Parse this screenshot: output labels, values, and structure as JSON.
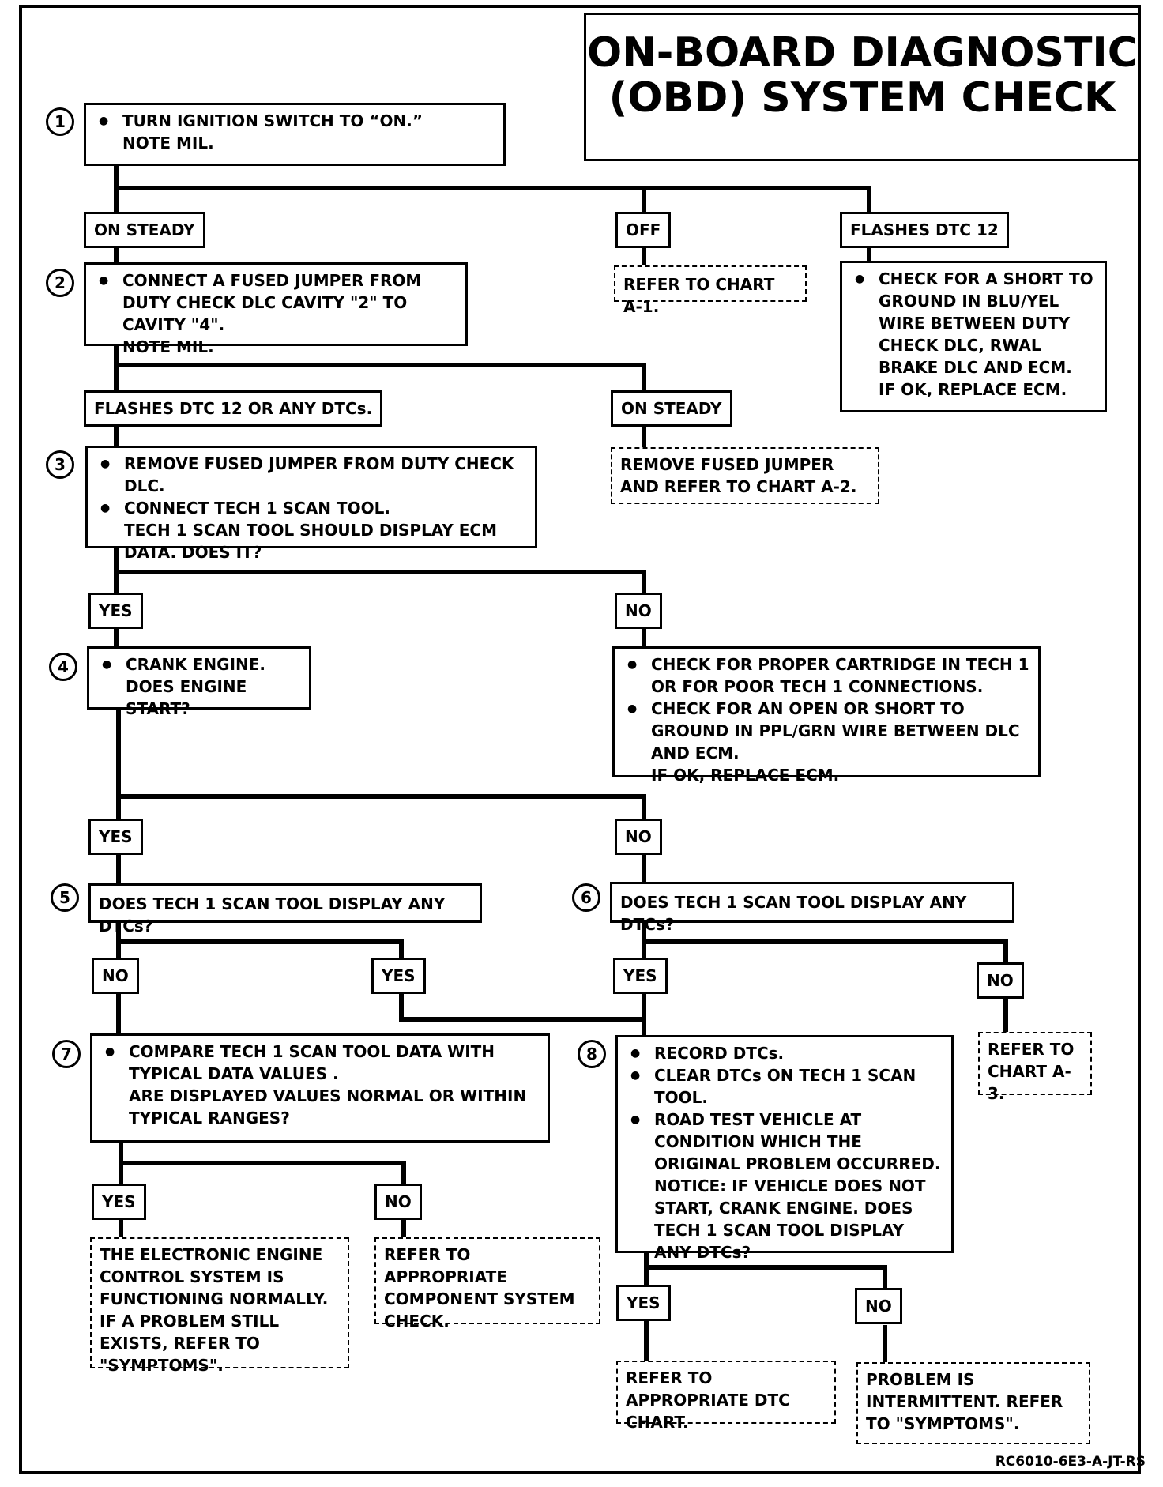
{
  "title": {
    "line1": "ON-BOARD DIAGNOSTIC",
    "line2": "(OBD) SYSTEM CHECK"
  },
  "step1": {
    "num": "1",
    "bullets": [
      "TURN IGNITION SWITCH TO “ON.”"
    ],
    "cont": "NOTE MIL."
  },
  "l1": {
    "on_steady": "ON STEADY",
    "off": "OFF",
    "flashes": "FLASHES DTC 12"
  },
  "refer_a1": "REFER TO CHART A-1.",
  "short_check": {
    "bullet": "CHECK FOR A SHORT TO GROUND IN BLU/YEL WIRE BETWEEN DUTY CHECK DLC, RWAL BRAKE DLC AND ECM.",
    "cont": "IF OK, REPLACE ECM."
  },
  "step2": {
    "num": "2",
    "bullet": "CONNECT A FUSED JUMPER FROM DUTY CHECK DLC CAVITY \"2\" TO CAVITY \"4\".",
    "cont": "NOTE MIL."
  },
  "l2": {
    "flashes": "FLASHES DTC 12 OR ANY DTCs.",
    "on_steady": "ON STEADY"
  },
  "remove_a2": "REMOVE FUSED JUMPER AND REFER TO CHART A-2.",
  "step3": {
    "num": "3",
    "bullets": [
      "REMOVE FUSED JUMPER FROM DUTY CHECK DLC.",
      "CONNECT TECH 1 SCAN TOOL."
    ],
    "cont": "TECH 1 SCAN TOOL SHOULD DISPLAY ECM DATA. DOES IT?"
  },
  "l3": {
    "yes": "YES",
    "no": "NO"
  },
  "step4": {
    "num": "4",
    "bullet": "CRANK ENGINE.",
    "cont": "DOES ENGINE START?"
  },
  "cartridge": {
    "bullets": [
      "CHECK FOR PROPER CARTRIDGE IN TECH 1 OR FOR POOR TECH 1 CONNECTIONS.",
      "CHECK FOR AN OPEN OR SHORT TO GROUND IN PPL/GRN WIRE BETWEEN DLC AND ECM."
    ],
    "cont": "IF OK, REPLACE ECM."
  },
  "l4": {
    "yes": "YES",
    "no": "NO"
  },
  "step5": {
    "num": "5",
    "text": "DOES TECH 1 SCAN TOOL DISPLAY ANY DTCs?"
  },
  "step6": {
    "num": "6",
    "text": "DOES TECH 1 SCAN TOOL DISPLAY ANY DTCs?"
  },
  "l5": {
    "no": "NO",
    "yes": "YES"
  },
  "l6": {
    "yes": "YES",
    "no": "NO"
  },
  "refer_a3": "REFER TO CHART A-3.",
  "step7": {
    "num": "7",
    "bullet": "COMPARE TECH 1 SCAN TOOL DATA WITH TYPICAL DATA VALUES .",
    "cont": "ARE DISPLAYED VALUES NORMAL OR WITHIN TYPICAL RANGES?"
  },
  "step8": {
    "num": "8",
    "bullets": [
      "RECORD DTCs.",
      "CLEAR DTCs ON TECH 1 SCAN TOOL.",
      "ROAD TEST VEHICLE AT CONDITION WHICH THE ORIGINAL PROBLEM OCCURRED."
    ],
    "cont": "NOTICE:  IF VEHICLE DOES NOT START, CRANK ENGINE. DOES TECH 1 SCAN TOOL DISPLAY ANY DTCs?"
  },
  "l7": {
    "yes": "YES",
    "no": "NO"
  },
  "l8": {
    "yes": "YES",
    "no": "NO"
  },
  "functioning": "THE ELECTRONIC ENGINE CONTROL SYSTEM IS FUNCTIONING NORMALLY. IF A PROBLEM STILL EXISTS, REFER TO \"SYMPTOMS\".",
  "component": "REFER TO APPROPRIATE COMPONENT SYSTEM CHECK.",
  "dtc_chart": "REFER TO APPROPRIATE DTC CHART.",
  "intermittent": "PROBLEM IS INTERMITTENT. REFER TO \"SYMPTOMS\".",
  "ref_code": "RC6010-6E3-A-JT-RS"
}
